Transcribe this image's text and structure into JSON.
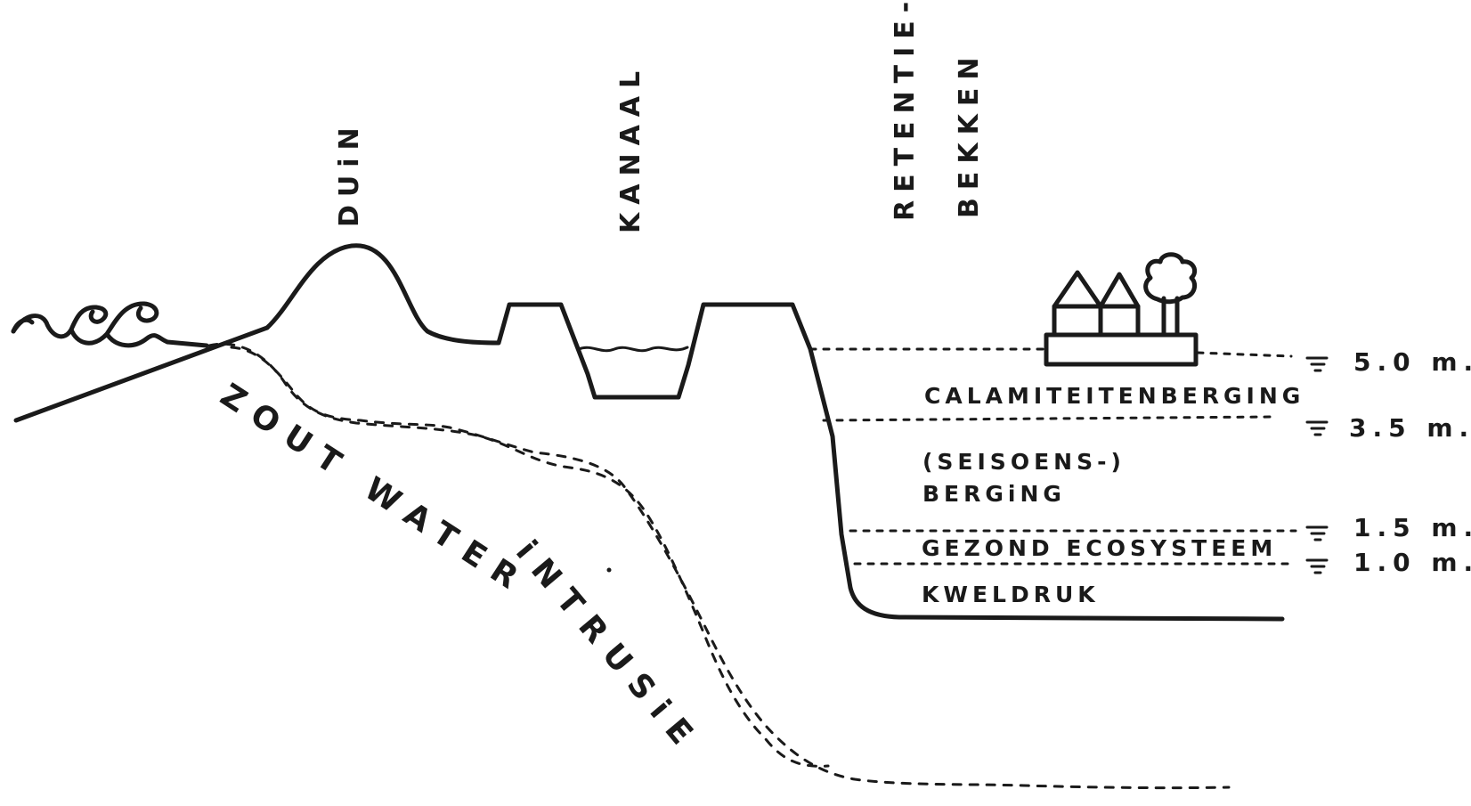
{
  "labels": {
    "duin": "DUiN",
    "kanaal": "KANAAL",
    "retentie": "RETENTIE-",
    "bekken": "BEKKEN",
    "zout_water": "ZOUT WATER",
    "intrusie": "iNTRUSiE"
  },
  "zones": [
    {
      "id": "calamiteiten",
      "lines": [
        "CALAMITEITENBERGING"
      ]
    },
    {
      "id": "seizoens",
      "lines": [
        "(SEISOENS-)",
        "BERGiNG"
      ]
    },
    {
      "id": "ecosysteem",
      "lines": [
        "GEZOND ECOSYSTEEM"
      ]
    },
    {
      "id": "kwel",
      "lines": [
        "KWELDRUK"
      ]
    }
  ],
  "levels": [
    {
      "label": "5.0 m.",
      "value_m": 5.0
    },
    {
      "label": "3.5 m.",
      "value_m": 3.5
    },
    {
      "label": "1.5 m.",
      "value_m": 1.5
    },
    {
      "label": "1.0 m.",
      "value_m": 1.0
    }
  ],
  "icons": [
    "wave-icon",
    "house-icon",
    "tree-icon",
    "water-level-icon"
  ]
}
